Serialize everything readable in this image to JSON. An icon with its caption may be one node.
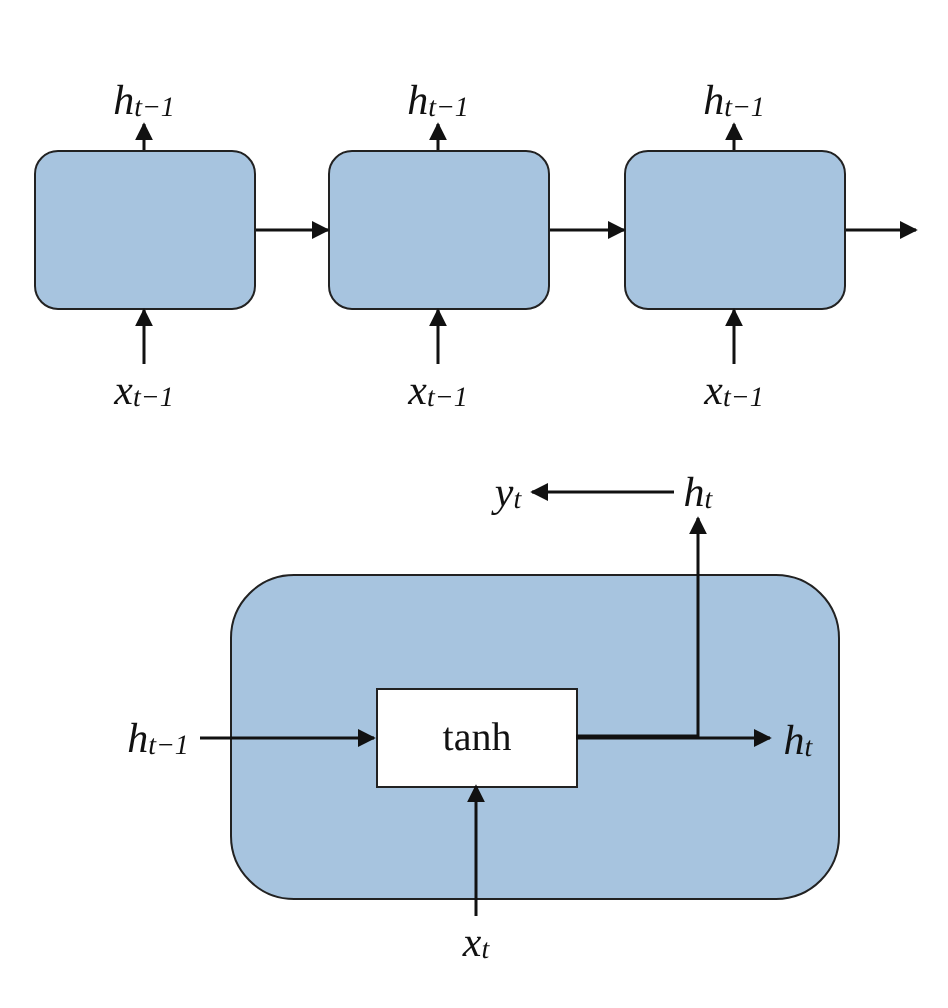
{
  "diagram": {
    "nodes": [
      {
        "text": [],
        "shape": "box"
      },
      {
        "text": [],
        "shape": "box"
      },
      {
        "text": [],
        "shape": "box"
      },
      {
        "text": [
          "h$_{t−1}$"
        ]
      },
      {
        "text": [
          "h$_{t−1}$"
        ]
      },
      {
        "text": [
          "h$_{t−1}$"
        ]
      },
      {
        "text": [
          "x$_{t−1}$"
        ]
      },
      {
        "text": [
          "x$_{t−1}$"
        ]
      },
      {
        "text": [
          "x$_{t−1}$"
        ]
      },
      {
        "text": [],
        "shape": "box"
      },
      {
        "text": [
          "tanh"
        ],
        "in": 9
      },
      {
        "text": [
          "h$_{t−1}$"
        ]
      },
      {
        "text": [
          "x$_{t}$"
        ]
      },
      {
        "text": [
          "h$_{t}$"
        ],
        "in": 9
      },
      {
        "text": [
          "h$_{t}$"
        ]
      },
      {
        "text": [
          "y$_{t}$"
        ]
      }
    ],
    "edges": [
      {
        "from": 6,
        "to": 0,
        "arrow": "to"
      },
      {
        "from": 0,
        "to": 3,
        "arrow": "to"
      },
      {
        "from": 7,
        "to": 1,
        "arrow": "to"
      },
      {
        "from": 1,
        "to": 4,
        "arrow": "to"
      },
      {
        "from": 8,
        "to": 2,
        "arrow": "to"
      },
      {
        "from": 2,
        "to": 5,
        "arrow": "to"
      },
      {
        "from": 0,
        "to": 1,
        "arrow": "to"
      },
      {
        "from": 1,
        "to": 2,
        "arrow": "to"
      },
      {
        "from": 2,
        "to": null,
        "arrow": "to"
      },
      {
        "from": 11,
        "to": 10,
        "arrow": "to"
      },
      {
        "from": 12,
        "to": 10,
        "arrow": "to"
      },
      {
        "from": 10,
        "to": 13,
        "arrow": "to"
      },
      {
        "from": 10,
        "to": 14,
        "arrow": "to"
      },
      {
        "from": 14,
        "to": 15,
        "arrow": "to"
      }
    ]
  }
}
